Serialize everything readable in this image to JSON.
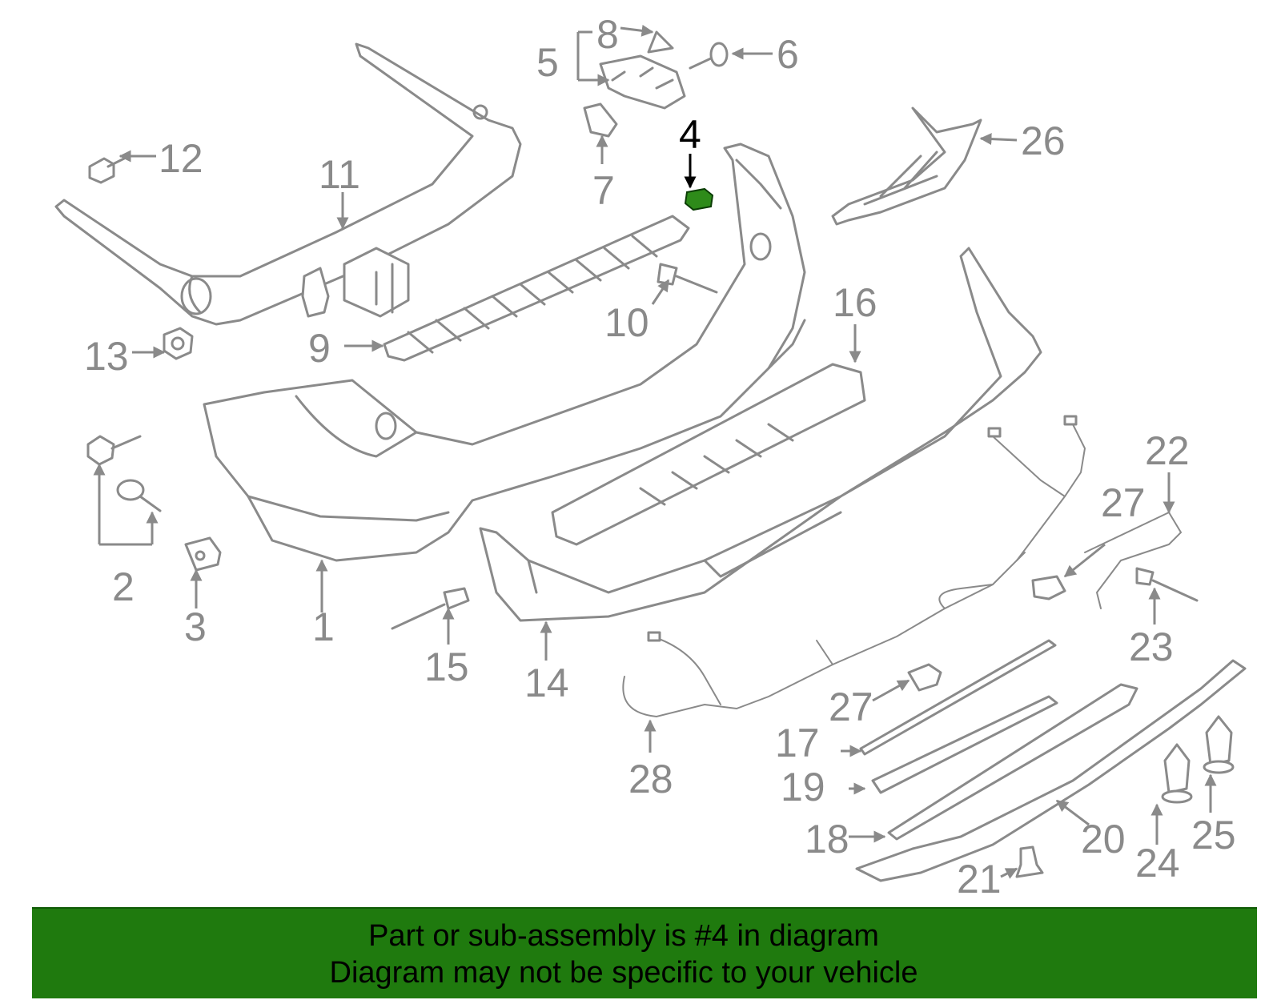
{
  "diagram": {
    "highlight_color": "#2e8b1a",
    "line_color": "#8a8a8a",
    "callouts": [
      "1",
      "2",
      "3",
      "4",
      "5",
      "6",
      "7",
      "8",
      "9",
      "10",
      "11",
      "12",
      "13",
      "14",
      "15",
      "16",
      "17",
      "18",
      "19",
      "20",
      "21",
      "22",
      "23",
      "24",
      "25",
      "26",
      "27",
      "27",
      "28"
    ],
    "highlighted_part": "4"
  },
  "banner": {
    "line1": "Part or sub-assembly is #4 in diagram",
    "line2": "Diagram may not be specific to your vehicle",
    "background": "#1f7a0e"
  }
}
